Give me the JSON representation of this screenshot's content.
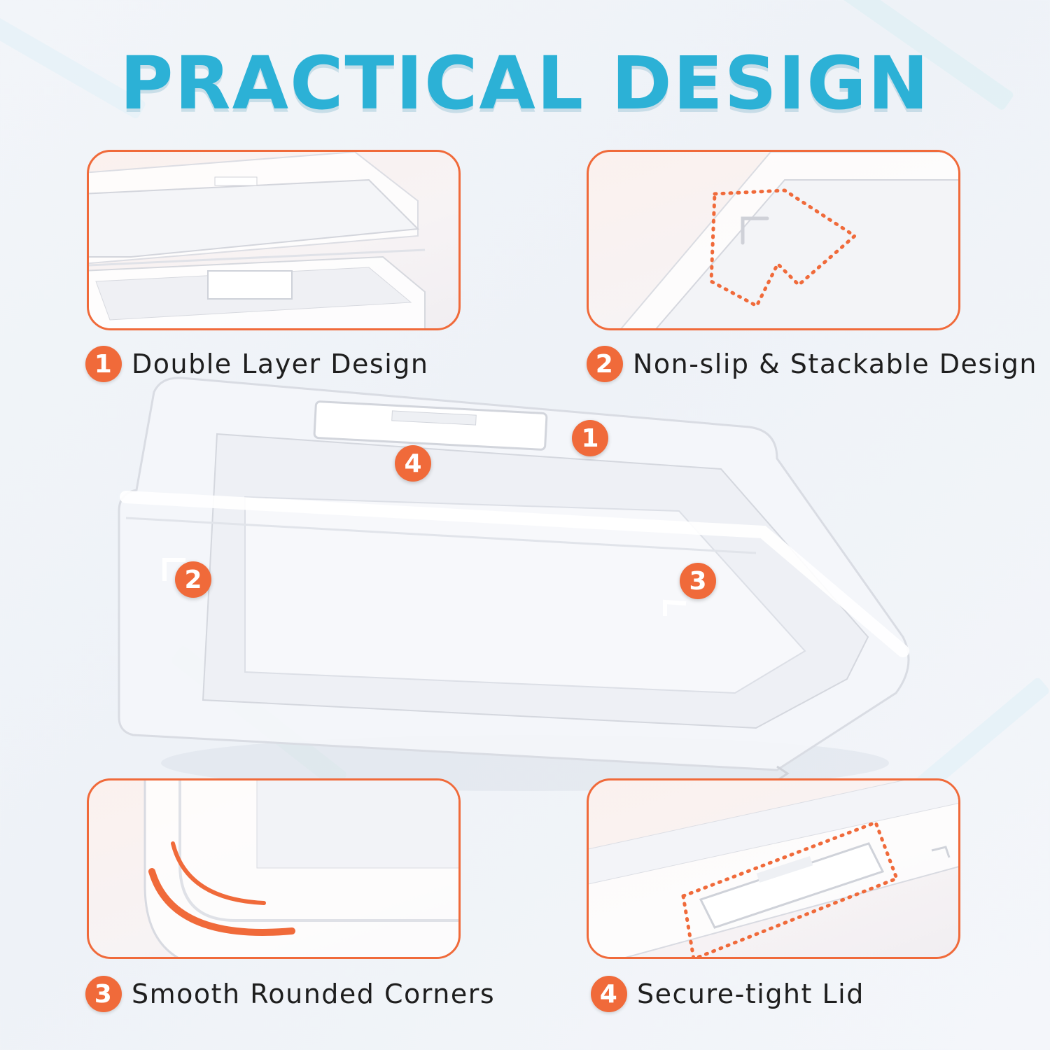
{
  "title": "PRACTICAL DESIGN",
  "features": [
    {
      "number": "1",
      "label": "Double Layer Design"
    },
    {
      "number": "2",
      "label": "Non-slip & Stackable Design"
    },
    {
      "number": "3",
      "label": "Smooth Rounded Corners"
    },
    {
      "number": "4",
      "label": "Secure-tight Lid"
    }
  ],
  "markers": {
    "m1": "1",
    "m2": "2",
    "m3": "3",
    "m4": "4"
  },
  "colors": {
    "accent": "#f06a3a",
    "title": "#2cb1d6",
    "background": "#f2f5f9"
  }
}
